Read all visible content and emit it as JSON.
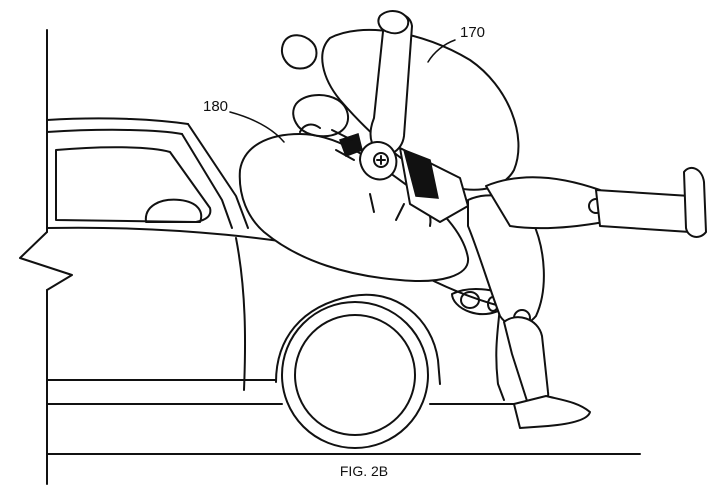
{
  "figure": {
    "caption": "FIG. 2B",
    "labels": {
      "pedestrian": "170",
      "airbag": "180"
    }
  }
}
